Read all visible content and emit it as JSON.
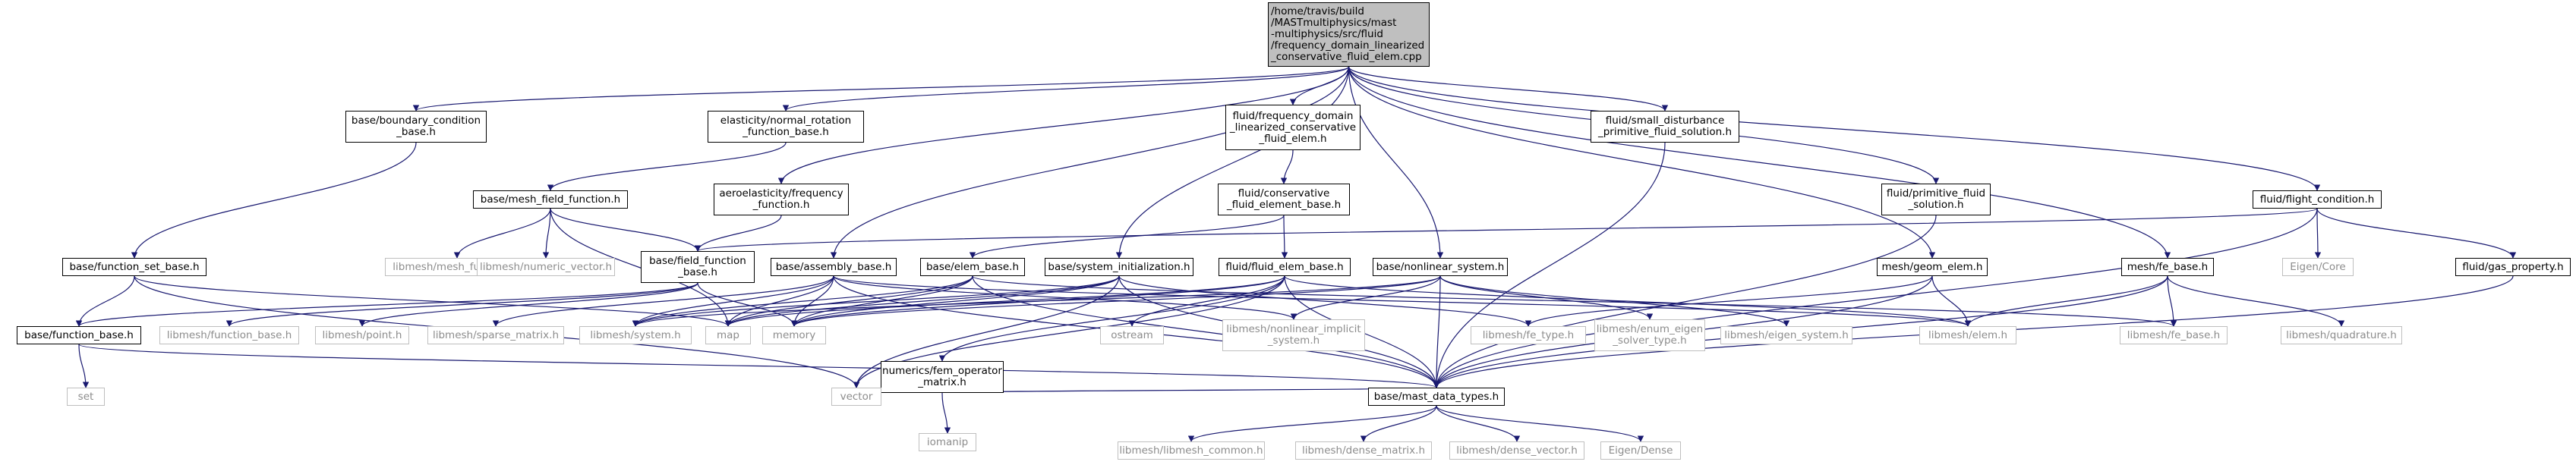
{
  "colors": {
    "edge_navy": "#191970",
    "edge_dark_red": "#8b1a1a",
    "root_fill": "#bfbfbf",
    "ext_text": "#8c8c8c",
    "ext_border": "#bfbfbf"
  },
  "nodes": {
    "root": "/home/travis/build\n/MASTmultiphysics/mast\n-multiphysics/src/fluid\n/frequency_domain_linearized\n_conservative_fluid_elem.cpp",
    "boundary_condition_base": "base/boundary_condition\n_base.h",
    "normal_rotation_function_base": "elasticity/normal_rotation\n_function_base.h",
    "fd_linearized_conservative_fluid_elem": "fluid/frequency_domain\n_linearized_conservative\n_fluid_elem.h",
    "small_disturbance_primitive_fluid_solution": "fluid/small_disturbance\n_primitive_fluid_solution.h",
    "mesh_field_function": "base/mesh_field_function.h",
    "aeroelasticity_frequency_function": "aeroelasticity/frequency\n_function.h",
    "conservative_fluid_element_base": "fluid/conservative\n_fluid_element_base.h",
    "primitive_fluid_solution": "fluid/primitive_fluid\n_solution.h",
    "flight_condition": "fluid/flight_condition.h",
    "function_set_base": "base/function_set_base.h",
    "libmesh_mesh_function": "libmesh/mesh_function.h",
    "libmesh_numeric_vector": "libmesh/numeric_vector.h",
    "field_function_base": "base/field_function\n_base.h",
    "assembly_base": "base/assembly_base.h",
    "elem_base": "base/elem_base.h",
    "system_initialization": "base/system_initialization.h",
    "fluid_elem_base": "fluid/fluid_elem_base.h",
    "nonlinear_system": "base/nonlinear_system.h",
    "geom_elem": "mesh/geom_elem.h",
    "fe_base": "mesh/fe_base.h",
    "eigen_core": "Eigen/Core",
    "gas_property": "fluid/gas_property.h",
    "function_base": "base/function_base.h",
    "libmesh_function_base": "libmesh/function_base.h",
    "libmesh_point": "libmesh/point.h",
    "libmesh_sparse_matrix": "libmesh/sparse_matrix.h",
    "libmesh_system": "libmesh/system.h",
    "map": "map",
    "memory": "memory",
    "libmesh_nonlinear_implicit_system": "libmesh/nonlinear_implicit\n_system.h",
    "fem_operator_matrix": "numerics/fem_operator\n_matrix.h",
    "ostream": "ostream",
    "libmesh_fe_type": "libmesh/fe_type.h",
    "libmesh_enum_eigen_solver_type": "libmesh/enum_eigen\n_solver_type.h",
    "libmesh_eigen_system": "libmesh/eigen_system.h",
    "libmesh_elem": "libmesh/elem.h",
    "libmesh_fe_base": "libmesh/fe_base.h",
    "libmesh_quadrature": "libmesh/quadrature.h",
    "set": "set",
    "vector": "vector",
    "iomanip": "iomanip",
    "mast_data_types": "base/mast_data_types.h",
    "libmesh_libmesh_common": "libmesh/libmesh_common.h",
    "libmesh_dense_matrix": "libmesh/dense_matrix.h",
    "libmesh_dense_vector": "libmesh/dense_vector.h",
    "eigen_dense": "Eigen/Dense"
  },
  "edges": [
    [
      "root",
      "boundary_condition_base"
    ],
    [
      "root",
      "normal_rotation_function_base"
    ],
    [
      "root",
      "fd_linearized_conservative_fluid_elem"
    ],
    [
      "root",
      "small_disturbance_primitive_fluid_solution"
    ],
    [
      "root",
      "aeroelasticity_frequency_function"
    ],
    [
      "root",
      "assembly_base"
    ],
    [
      "root",
      "system_initialization"
    ],
    [
      "root",
      "nonlinear_system"
    ],
    [
      "root",
      "primitive_fluid_solution"
    ],
    [
      "root",
      "geom_elem"
    ],
    [
      "root",
      "fe_base"
    ],
    [
      "root",
      "flight_condition"
    ],
    [
      "boundary_condition_base",
      "function_set_base"
    ],
    [
      "normal_rotation_function_base",
      "mesh_field_function"
    ],
    [
      "mesh_field_function",
      "libmesh_mesh_function"
    ],
    [
      "mesh_field_function",
      "libmesh_numeric_vector"
    ],
    [
      "mesh_field_function",
      "field_function_base"
    ],
    [
      "mesh_field_function",
      "map"
    ],
    [
      "aeroelasticity_frequency_function",
      "field_function_base"
    ],
    [
      "fd_linearized_conservative_fluid_elem",
      "conservative_fluid_element_base"
    ],
    [
      "conservative_fluid_element_base",
      "elem_base"
    ],
    [
      "conservative_fluid_element_base",
      "fluid_elem_base"
    ],
    [
      "small_disturbance_primitive_fluid_solution",
      "mast_data_types"
    ],
    [
      "primitive_fluid_solution",
      "mast_data_types"
    ],
    [
      "flight_condition",
      "field_function_base"
    ],
    [
      "flight_condition",
      "eigen_core"
    ],
    [
      "flight_condition",
      "gas_property"
    ],
    [
      "flight_condition",
      "mast_data_types"
    ],
    [
      "gas_property",
      "mast_data_types"
    ],
    [
      "function_set_base",
      "function_base"
    ],
    [
      "function_set_base",
      "map"
    ],
    [
      "function_set_base",
      "vector"
    ],
    [
      "field_function_base",
      "function_base"
    ],
    [
      "field_function_base",
      "libmesh_function_base"
    ],
    [
      "field_function_base",
      "libmesh_point"
    ],
    [
      "field_function_base",
      "memory"
    ],
    [
      "function_base",
      "set"
    ],
    [
      "function_base",
      "mast_data_types"
    ],
    [
      "assembly_base",
      "libmesh_sparse_matrix"
    ],
    [
      "assembly_base",
      "libmesh_system"
    ],
    [
      "assembly_base",
      "map"
    ],
    [
      "assembly_base",
      "memory"
    ],
    [
      "assembly_base",
      "mast_data_types"
    ],
    [
      "assembly_base",
      "libmesh_nonlinear_implicit_system"
    ],
    [
      "assembly_base",
      "libmesh_elem"
    ],
    [
      "elem_base",
      "libmesh_system"
    ],
    [
      "elem_base",
      "map"
    ],
    [
      "elem_base",
      "memory"
    ],
    [
      "elem_base",
      "mast_data_types"
    ],
    [
      "elem_base",
      "libmesh_fe_base"
    ],
    [
      "system_initialization",
      "libmesh_system"
    ],
    [
      "system_initialization",
      "map"
    ],
    [
      "system_initialization",
      "memory"
    ],
    [
      "system_initialization",
      "vector"
    ],
    [
      "system_initialization",
      "mast_data_types"
    ],
    [
      "system_initialization",
      "libmesh_fe_type"
    ],
    [
      "fluid_elem_base",
      "map"
    ],
    [
      "fluid_elem_base",
      "memory"
    ],
    [
      "fluid_elem_base",
      "fem_operator_matrix"
    ],
    [
      "fluid_elem_base",
      "ostream"
    ],
    [
      "fluid_elem_base",
      "mast_data_types"
    ],
    [
      "fluid_elem_base",
      "libmesh_elem"
    ],
    [
      "fluid_elem_base",
      "vector"
    ],
    [
      "nonlinear_system",
      "libmesh_nonlinear_implicit_system"
    ],
    [
      "nonlinear_system",
      "libmesh_enum_eigen_solver_type"
    ],
    [
      "nonlinear_system",
      "libmesh_eigen_system"
    ],
    [
      "nonlinear_system",
      "mast_data_types"
    ],
    [
      "nonlinear_system",
      "memory"
    ],
    [
      "nonlinear_system",
      "libmesh_system"
    ],
    [
      "fem_operator_matrix",
      "vector"
    ],
    [
      "fem_operator_matrix",
      "iomanip"
    ],
    [
      "fem_operator_matrix",
      "mast_data_types"
    ],
    [
      "geom_elem",
      "libmesh_elem"
    ],
    [
      "geom_elem",
      "libmesh_fe_type"
    ],
    [
      "geom_elem",
      "mast_data_types"
    ],
    [
      "fe_base",
      "libmesh_elem"
    ],
    [
      "fe_base",
      "libmesh_fe_base"
    ],
    [
      "fe_base",
      "libmesh_quadrature"
    ],
    [
      "fe_base",
      "mast_data_types"
    ],
    [
      "mast_data_types",
      "libmesh_libmesh_common"
    ],
    [
      "mast_data_types",
      "libmesh_dense_matrix"
    ],
    [
      "mast_data_types",
      "libmesh_dense_vector"
    ],
    [
      "mast_data_types",
      "eigen_dense"
    ]
  ]
}
